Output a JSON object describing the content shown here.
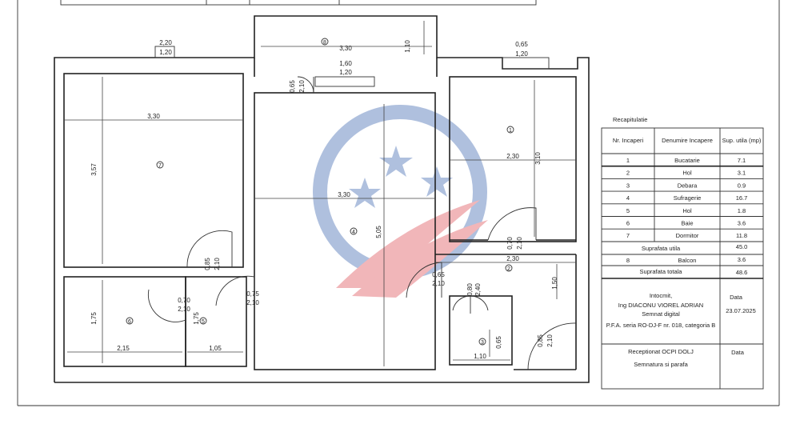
{
  "dims": {
    "top_left_a": "2,20",
    "top_left_b": "1,20",
    "top_right_a": "0,65",
    "top_right_b": "1,20",
    "balcony_w": "3,30",
    "balcony_h": "1,10",
    "door_balcony_a": "1,60",
    "door_balcony_b": "1,20",
    "door_living_a": "0,65",
    "door_living_b": "2,10",
    "room7_w": "3,30",
    "room7_h": "3,57",
    "living_w": "3,30",
    "living_h": "5,05",
    "room1_w": "2,30",
    "room1_h": "3,10",
    "hall_w": "2,30",
    "door_1_a": "0,70",
    "door_1_b": "2,10",
    "door_hall_a": "0,65",
    "door_hall_b": "2,10",
    "door_bath_a": "0,85",
    "door_bath_b": "2,10",
    "door_6_a": "0,70",
    "door_6_b": "2,10",
    "door_4_a": "0,75",
    "door_4_b": "2,10",
    "door_3_a": "0,80",
    "door_3_b": "2,40",
    "room3_h": "0,65",
    "room3_w": "1,10",
    "door_entry_a": "0,85",
    "door_entry_b": "2,10",
    "entry_h": "1,50",
    "room6_w": "2,15",
    "room6_h": "1,75",
    "room5_w": "1,05",
    "room5_h": "1,75"
  },
  "room_markers": [
    "1",
    "2",
    "3",
    "4",
    "5",
    "6",
    "7",
    "8"
  ],
  "table": {
    "title": "Recapitulatie",
    "headers": [
      "Nr. Incaperi",
      "Denumire Incapere",
      "Sup. utila (mp)"
    ],
    "rows": [
      [
        "1",
        "Bucatarie",
        "7.1"
      ],
      [
        "2",
        "Hol",
        "3.1"
      ],
      [
        "3",
        "Debara",
        "0.9"
      ],
      [
        "4",
        "Sufragerie",
        "16.7"
      ],
      [
        "5",
        "Hol",
        "1.8"
      ],
      [
        "6",
        "Baie",
        "3.6"
      ],
      [
        "7",
        "Dormitor",
        "11.8"
      ]
    ],
    "suprafata_utila_label": "Suprafata utila",
    "suprafata_utila_value": "45.0",
    "balcon_nr": "8",
    "balcon_label": "Balcon",
    "balcon_value": "3.6",
    "suprafata_totala_label": "Suprafata totala",
    "suprafata_totala_value": "48.6",
    "intocmit_1": "Intocmit,",
    "intocmit_2": "Ing DIACONU VIOREL ADRIAN",
    "intocmit_3": "Semnat digital",
    "intocmit_4": "P.F.A. seria RO-DJ-F nr. 018, categoria B",
    "data_label": "Data",
    "data_value": "23.07.2025",
    "receptionat_1": "Receptionat OCPI DOLJ",
    "receptionat_2": "Semnatura si parafa",
    "data_label_2": "Data"
  },
  "colors": {
    "watermark_blue": "#7b97c9",
    "watermark_red": "#e8868c"
  }
}
